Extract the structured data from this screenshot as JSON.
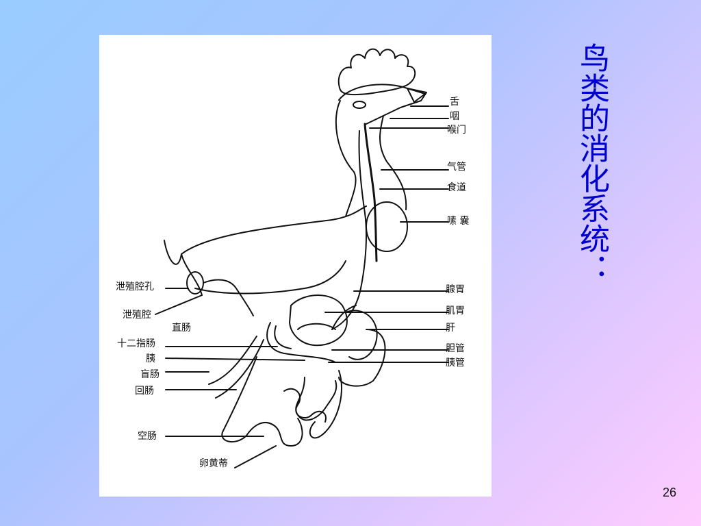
{
  "slide": {
    "title": "鸟类的消化系统：",
    "page_number": "26"
  },
  "diagram": {
    "right_labels": {
      "tongue": "舌",
      "pharynx": "咽",
      "glottis": "喉门",
      "trachea": "气管",
      "esophagus": "食道",
      "crop": "嗉 囊",
      "proventriculus": "腺胃",
      "gizzard": "肌胃",
      "liver": "肝",
      "bile_duct": "胆管",
      "pancreatic_duct": "胰管"
    },
    "left_labels": {
      "vent": "泄殖腔孔",
      "cloaca": "泄殖腔",
      "rectum": "直肠",
      "duodenum": "十二指肠",
      "pancreas": "胰",
      "cecum": "盲肠",
      "ileum": "回肠",
      "jejunum": "空肠",
      "yolk_stalk": "卵黄蒂"
    }
  }
}
